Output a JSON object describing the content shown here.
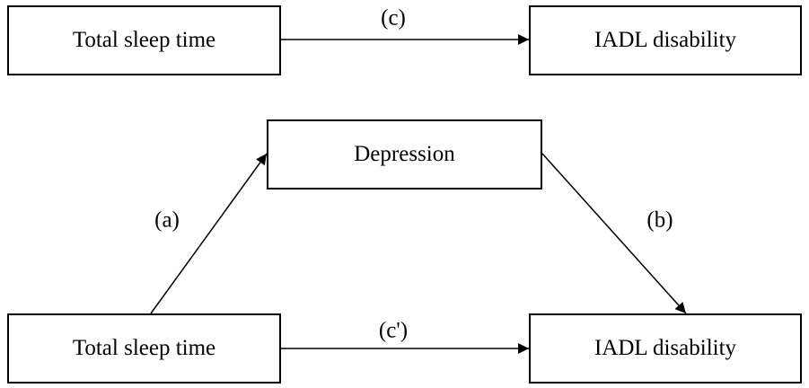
{
  "top_model": {
    "predictor": "Total sleep time",
    "outcome": "IADL disability",
    "path_c": "(c)"
  },
  "mediation_model": {
    "predictor": "Total sleep time",
    "mediator": "Depression",
    "outcome": "IADL disability",
    "path_a": "(a)",
    "path_b": "(b)",
    "path_c_prime": "(c')"
  }
}
